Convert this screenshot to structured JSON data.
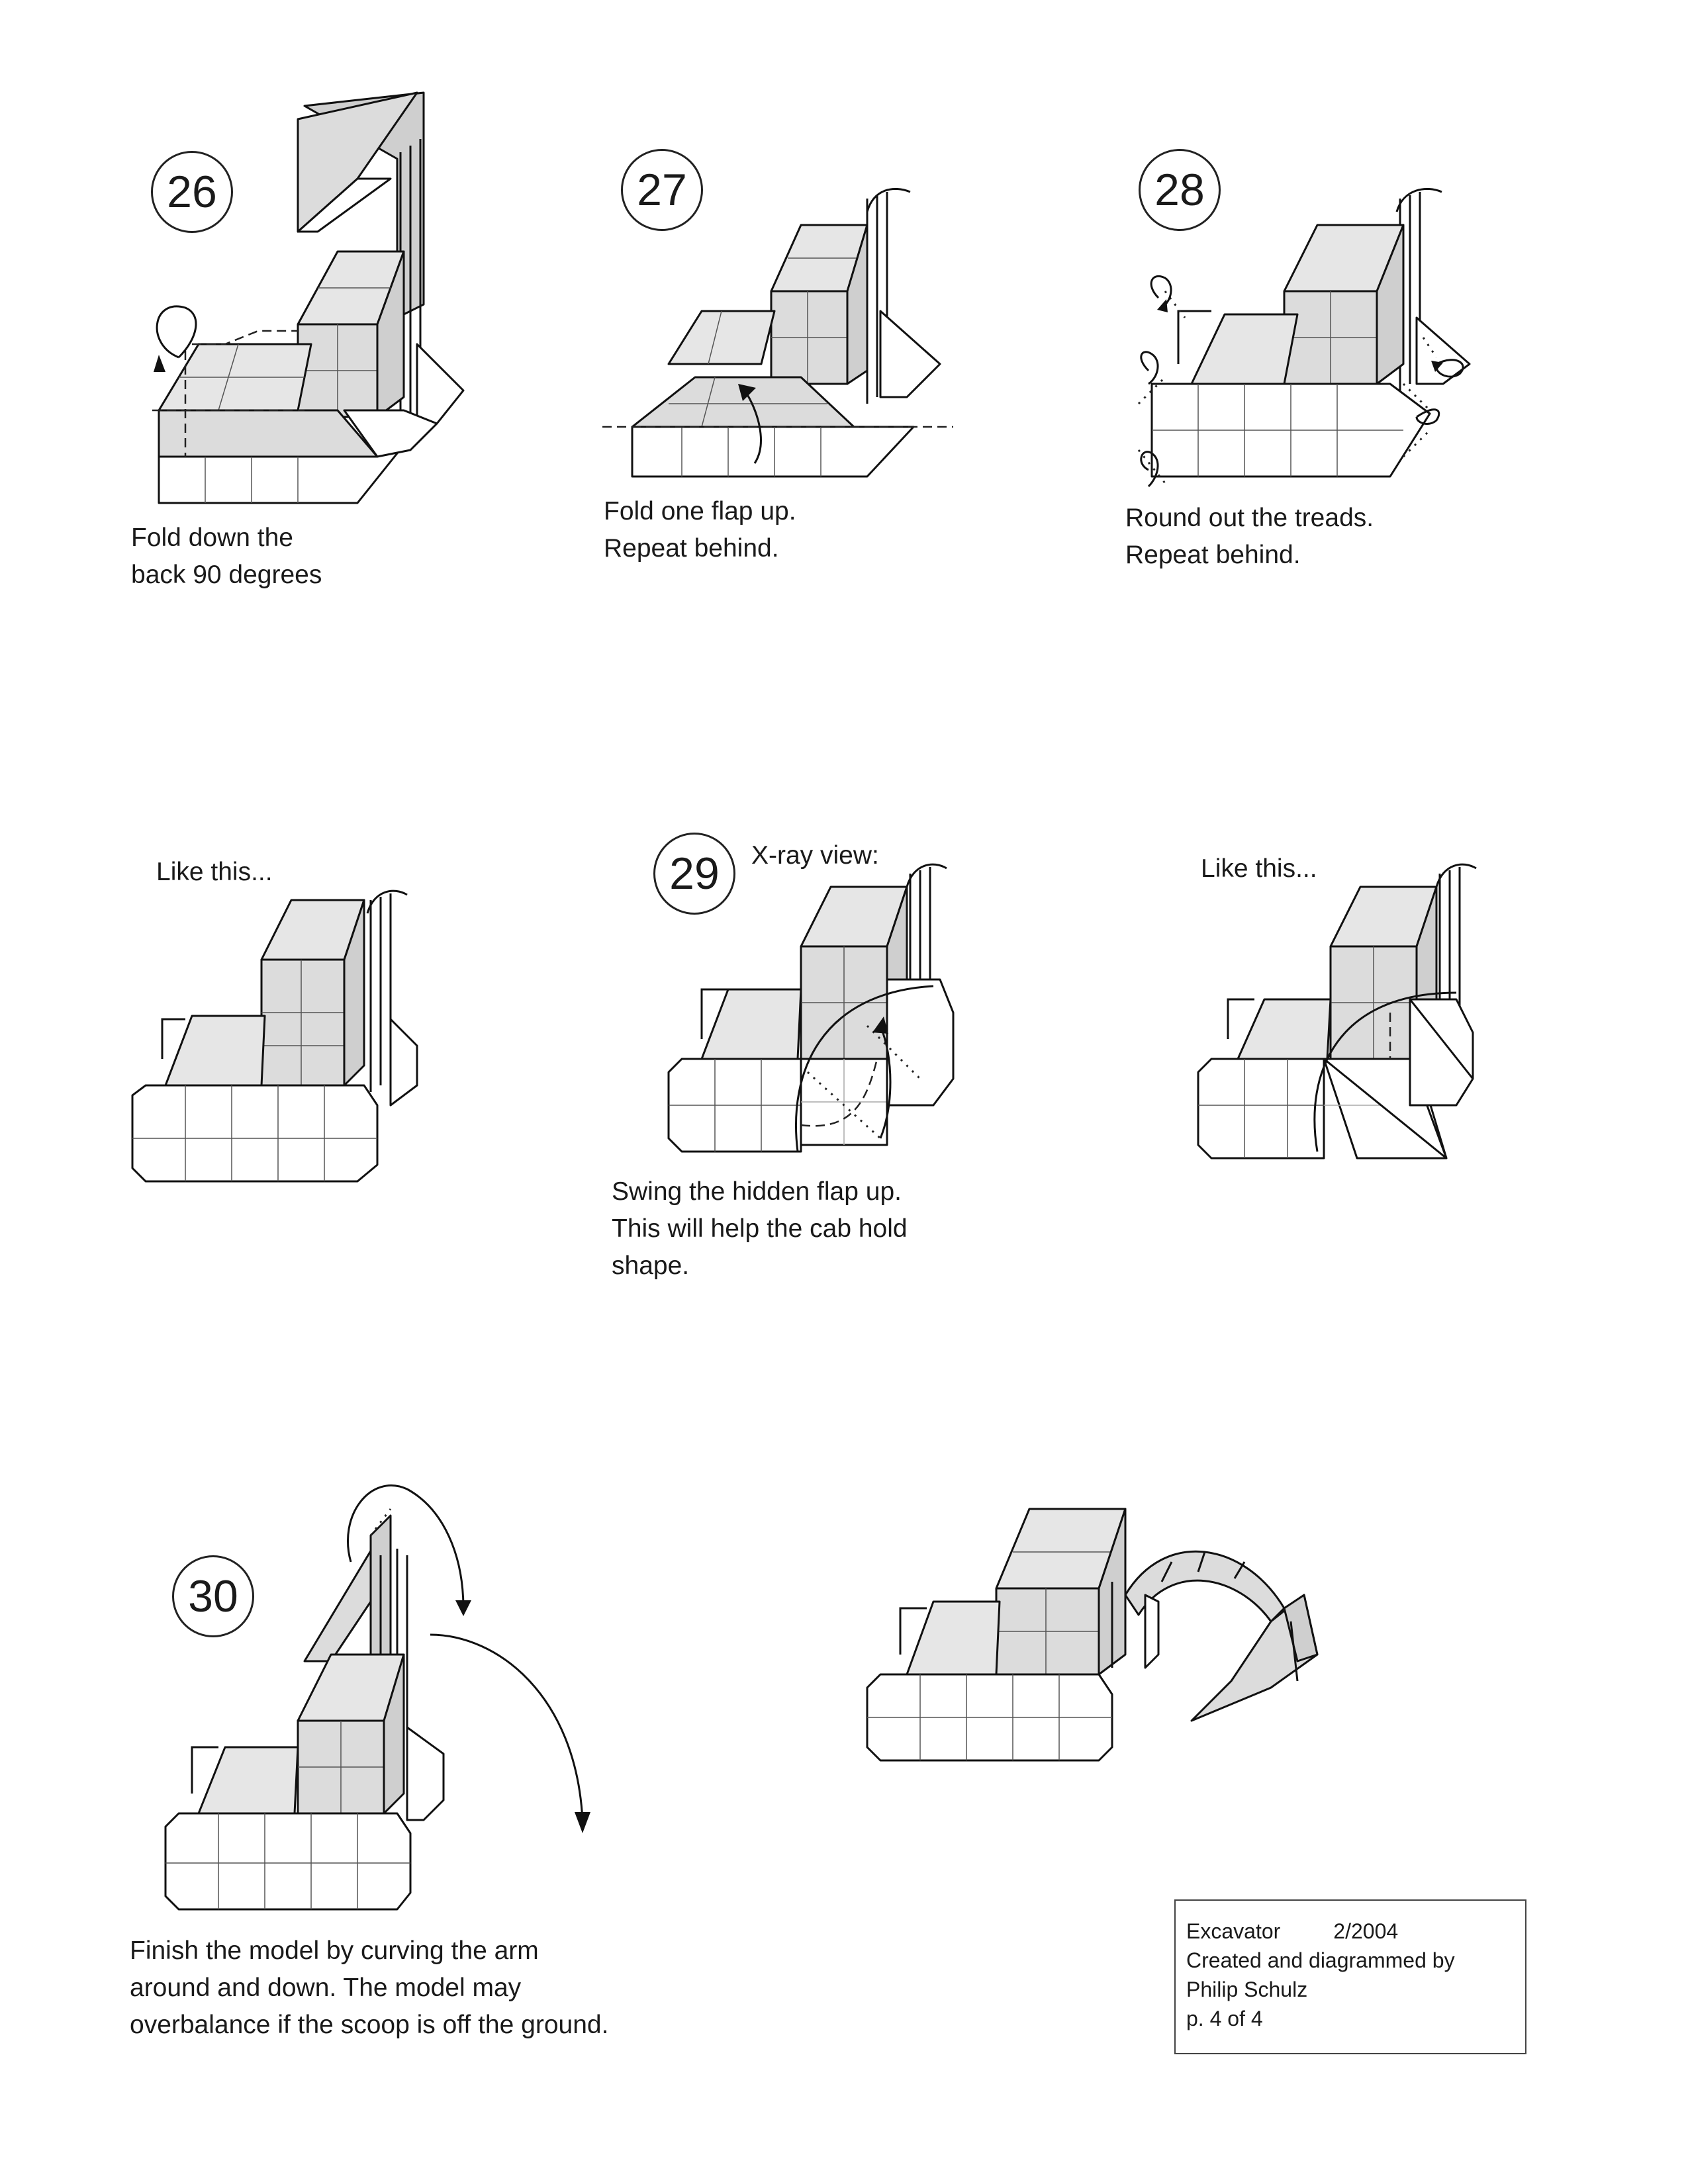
{
  "steps": [
    {
      "number": "26",
      "caption": "Fold down the\nback 90 degrees"
    },
    {
      "number": "27",
      "caption": "Fold one flap up.\nRepeat behind."
    },
    {
      "number": "28",
      "caption": "Round out the treads.\nRepeat behind."
    },
    {
      "number": "29",
      "caption": "Swing the hidden flap up.\nThis will help the cab hold\nshape."
    },
    {
      "number": "30",
      "caption": "Finish the model by curving the arm\naround and down.  The model may\noverbalance if the scoop is off the ground."
    }
  ],
  "notes": {
    "like_this_1": "Like this...",
    "xray": "X-ray view:",
    "like_this_2": "Like this..."
  },
  "credits": {
    "model": "Excavator",
    "date": "2/2004",
    "created_by": "Created and diagrammed by",
    "author": "Philip Schulz",
    "page": "p. 4 of 4"
  }
}
